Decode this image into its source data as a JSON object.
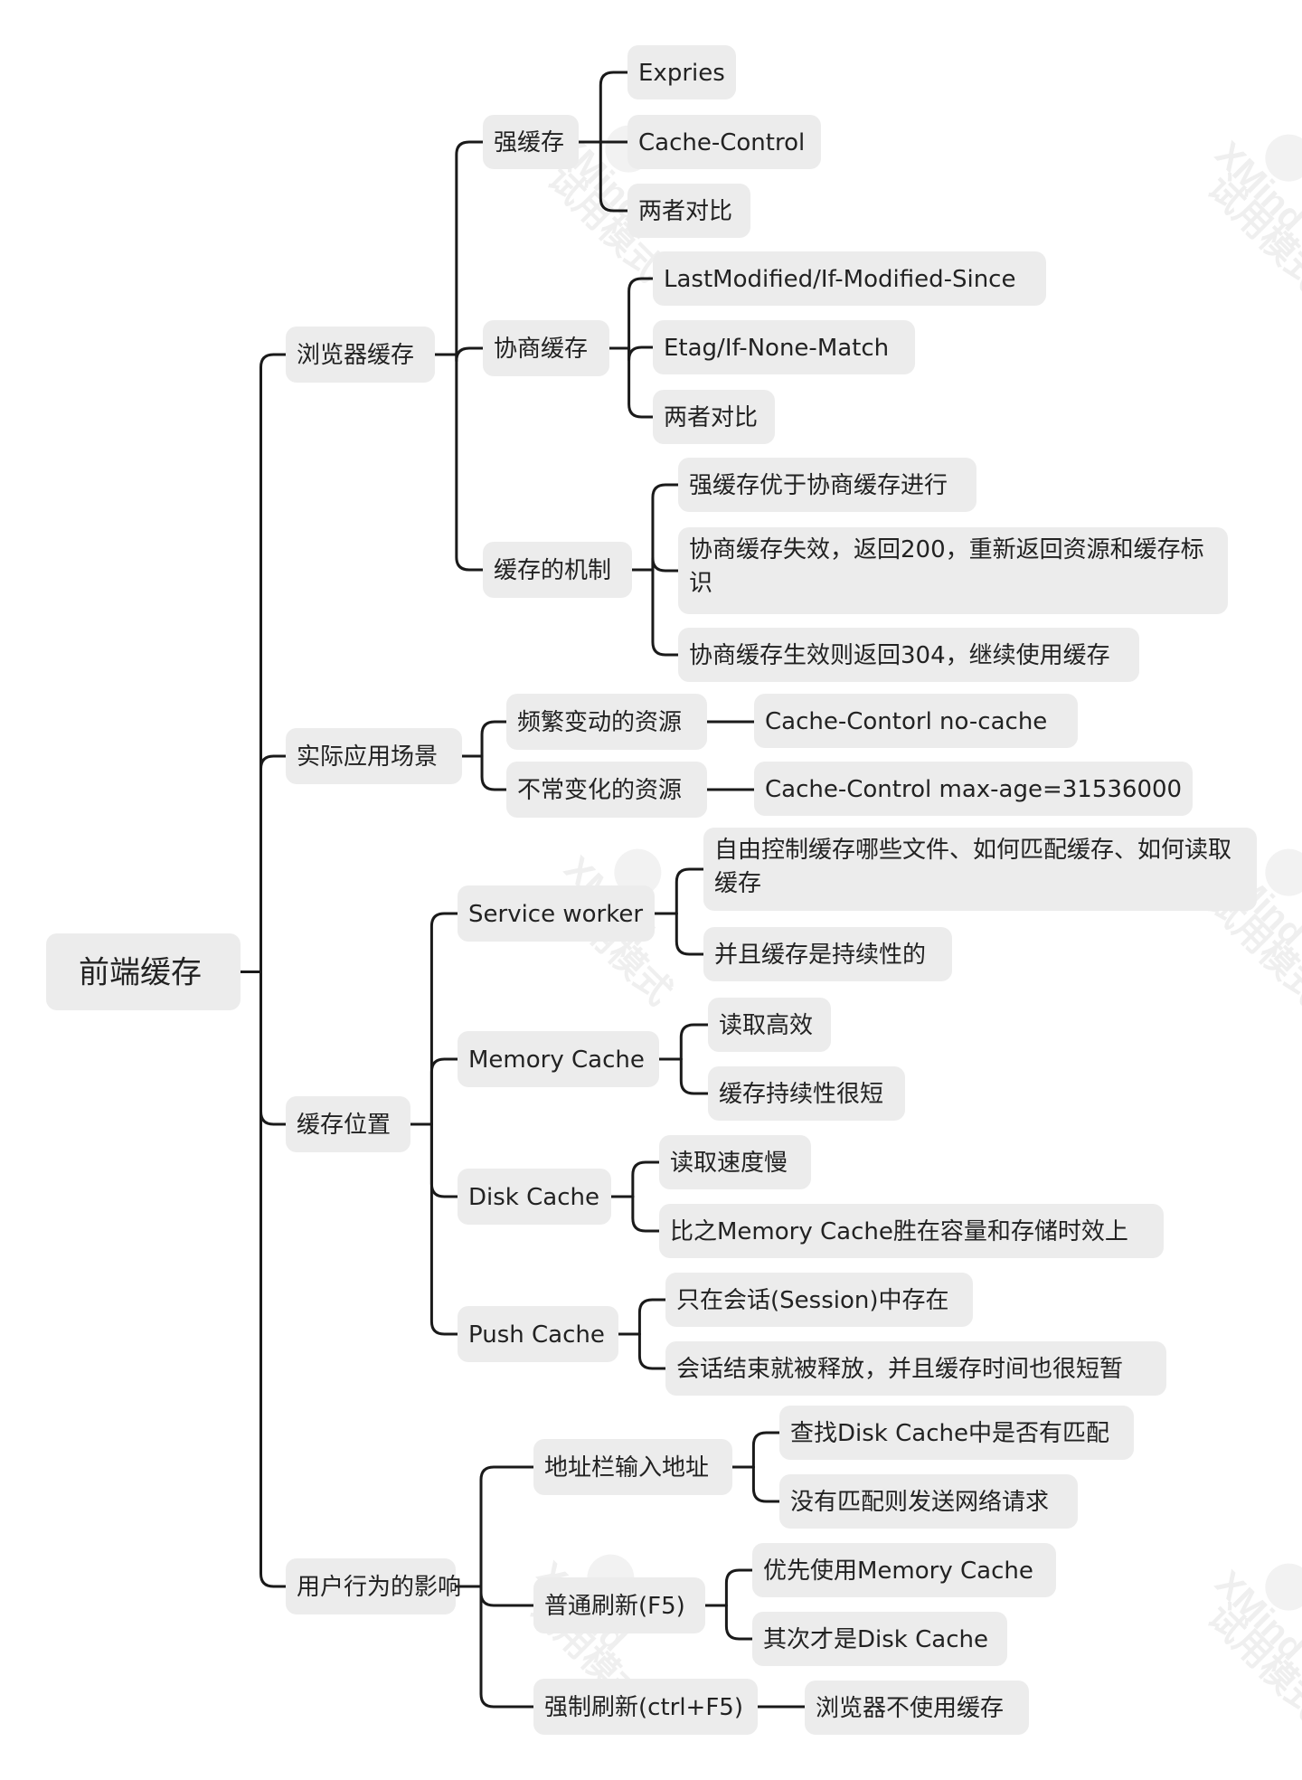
{
  "mindmap": {
    "root": {
      "label": "前端缓存",
      "children": [
        {
          "label": "浏览器缓存",
          "children": [
            {
              "label": "强缓存",
              "children": [
                {
                  "label": "Expries"
                },
                {
                  "label": "Cache-Control"
                },
                {
                  "label": "两者对比"
                }
              ]
            },
            {
              "label": "协商缓存",
              "children": [
                {
                  "label": "LastModified/If-Modified-Since"
                },
                {
                  "label": "Etag/If-None-Match"
                },
                {
                  "label": "两者对比"
                }
              ]
            },
            {
              "label": "缓存的机制",
              "children": [
                {
                  "label": "强缓存优于协商缓存进行"
                },
                {
                  "label": "协商缓存失效，返回200，重新返回资源和缓存标识"
                },
                {
                  "label": "协商缓存生效则返回304，继续使用缓存"
                }
              ]
            }
          ]
        },
        {
          "label": "实际应用场景",
          "children": [
            {
              "label": "频繁变动的资源",
              "children": [
                {
                  "label": "Cache-Contorl  no-cache"
                }
              ]
            },
            {
              "label": "不常变化的资源",
              "children": [
                {
                  "label": "Cache-Control max-age=31536000"
                }
              ]
            }
          ]
        },
        {
          "label": "缓存位置",
          "children": [
            {
              "label": "Service worker",
              "children": [
                {
                  "label": "自由控制缓存哪些文件、如何匹配缓存、如何读取缓存"
                },
                {
                  "label": "并且缓存是持续性的"
                }
              ]
            },
            {
              "label": "Memory Cache",
              "children": [
                {
                  "label": "读取高效"
                },
                {
                  "label": "缓存持续性很短"
                }
              ]
            },
            {
              "label": "Disk Cache",
              "children": [
                {
                  "label": "读取速度慢"
                },
                {
                  "label": "比之Memory Cache胜在容量和存储时效上"
                }
              ]
            },
            {
              "label": "Push Cache",
              "children": [
                {
                  "label": "只在会话(Session)中存在"
                },
                {
                  "label": "会话结束就被释放，并且缓存时间也很短暂"
                }
              ]
            }
          ]
        },
        {
          "label": "用户行为的影响",
          "children": [
            {
              "label": "地址栏输入地址",
              "children": [
                {
                  "label": "查找Disk Cache中是否有匹配"
                },
                {
                  "label": "没有匹配则发送网络请求"
                }
              ]
            },
            {
              "label": "普通刷新(F5)",
              "children": [
                {
                  "label": "优先使用Memory Cache"
                },
                {
                  "label": "其次才是Disk Cache"
                }
              ]
            },
            {
              "label": "强制刷新(ctrl+F5)",
              "children": [
                {
                  "label": "浏览器不使用缓存"
                }
              ]
            }
          ]
        }
      ]
    }
  },
  "watermark": {
    "brand": "XMind",
    "caption": "试用模式"
  },
  "colors": {
    "node_fill": "#ececec",
    "line": "#1a1a1a",
    "text": "#222222",
    "background": "#ffffff"
  }
}
